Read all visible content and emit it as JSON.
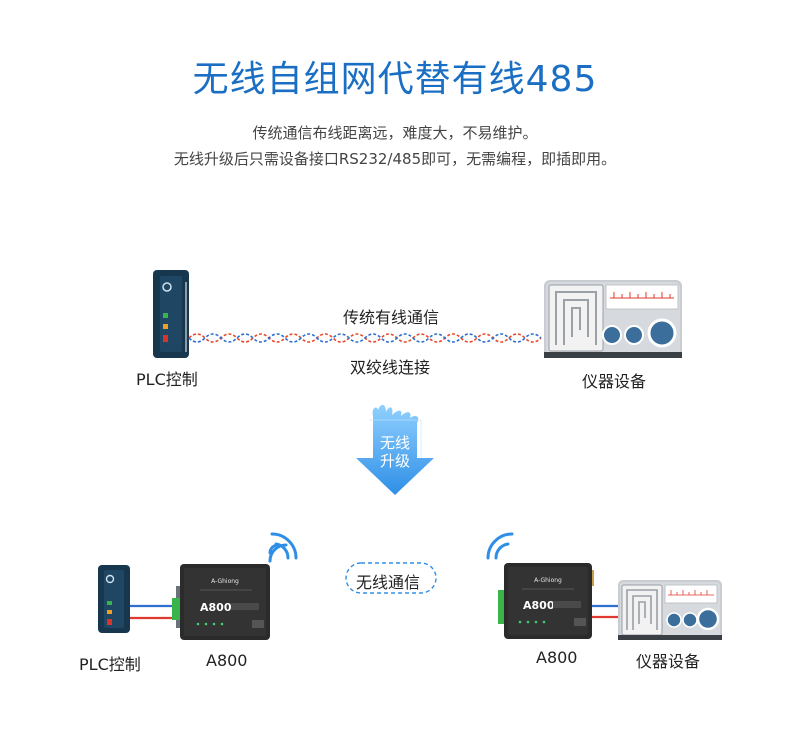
{
  "header": {
    "title": "无线自组网代替有线485",
    "subtitle_line1": "传统通信布线距离远，难度大，不易维护。",
    "subtitle_line2": "无线升级后只需设备接口RS232/485即可，无需编程，即插即用。"
  },
  "wired": {
    "plc_label": "PLC控制",
    "cable_top_label": "传统有线通信",
    "cable_bottom_label": "双绞线连接",
    "instrument_label": "仪器设备"
  },
  "upgrade_badge": {
    "line1": "无线",
    "line2": "升级"
  },
  "wireless": {
    "plc_label": "PLC控制",
    "device_left_label": "A800",
    "center_label": "无线通信",
    "device_right_label": "A800",
    "instrument_label": "仪器设备",
    "device_face_text": "A800",
    "device_brand": "A-Ghiong"
  },
  "colors": {
    "title_blue": "#1a6fc4",
    "arrow_blue": "#4aa8ef",
    "wire_red": "#e03a2e",
    "wire_blue": "#2f6fd0",
    "device_dark": "#2b2b2b",
    "instrument_gray": "#c9ccd1"
  }
}
